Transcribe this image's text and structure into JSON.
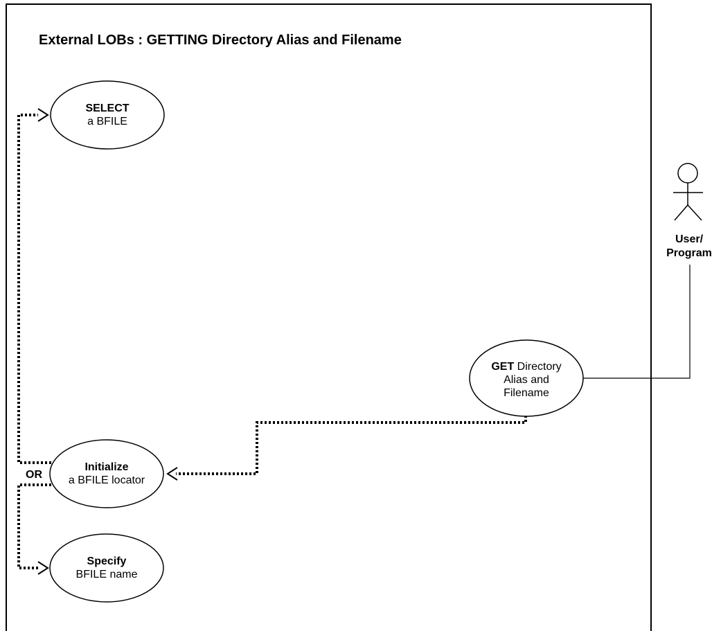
{
  "diagram": {
    "title": "External LOBs : GETTING Directory Alias and Filename",
    "use_cases": {
      "select": {
        "line1_bold": "SELECT",
        "line2": "a BFILE"
      },
      "initialize": {
        "line1_bold": "Initialize",
        "line2": "a BFILE locator"
      },
      "specify": {
        "line1_bold": "Specify",
        "line2": "BFILE name"
      },
      "get": {
        "line1_bold": "GET",
        "line1_rest": " Directory",
        "line2": "Alias and",
        "line3": "Filename"
      }
    },
    "or_label": "OR",
    "actor": {
      "line1": "User/",
      "line2": "Program"
    }
  }
}
